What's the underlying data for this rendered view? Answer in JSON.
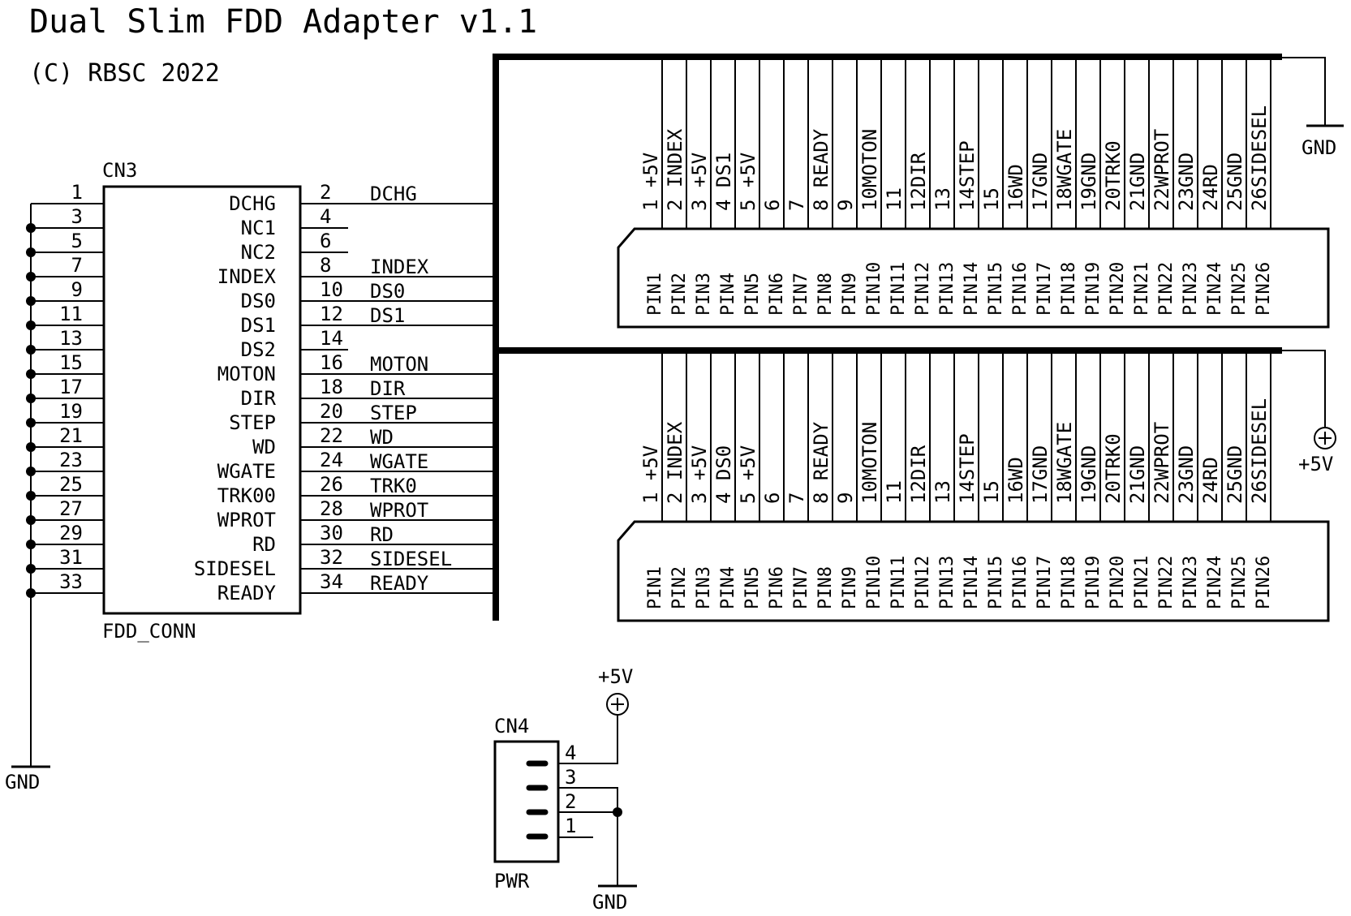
{
  "title": "Dual Slim FDD Adapter v1.1",
  "copyright": "(C) RBSC 2022",
  "cn3": {
    "ref": "CN3",
    "value": "FDD_CONN",
    "left_pins": [
      "1",
      "3",
      "5",
      "7",
      "9",
      "11",
      "13",
      "15",
      "17",
      "19",
      "21",
      "23",
      "25",
      "27",
      "29",
      "31",
      "33"
    ],
    "right_pins": [
      "2",
      "4",
      "6",
      "8",
      "10",
      "12",
      "14",
      "16",
      "18",
      "20",
      "22",
      "24",
      "26",
      "28",
      "30",
      "32",
      "34"
    ],
    "pin_names": [
      "DCHG",
      "NC1",
      "NC2",
      "INDEX",
      "DS0",
      "DS1",
      "DS2",
      "MOTON",
      "DIR",
      "STEP",
      "WD",
      "WGATE",
      "TRK00",
      "WPROT",
      "RD",
      "SIDESEL",
      "READY"
    ],
    "nets": [
      "DCHG",
      "",
      "",
      "INDEX",
      "DS0",
      "DS1",
      "",
      "MOTON",
      "DIR",
      "STEP",
      "WD",
      "WGATE",
      "TRK0",
      "WPROT",
      "RD",
      "SIDESEL",
      "READY"
    ]
  },
  "slim1": {
    "nets": [
      "1 +5V",
      "2 INDEX",
      "3 +5V",
      "4 DS1",
      "5 +5V",
      "6",
      "7",
      "8 READY",
      "9",
      "10MOTON",
      "11",
      "12DIR",
      "13",
      "14STEP",
      "15",
      "16WD",
      "17GND",
      "18WGATE",
      "19GND",
      "20TRK0",
      "21GND",
      "22WPROT",
      "23GND",
      "24RD",
      "25GND",
      "26SIDESEL"
    ],
    "pins": [
      "PIN1",
      "PIN2",
      "PIN3",
      "PIN4",
      "PIN5",
      "PIN6",
      "PIN7",
      "PIN8",
      "PIN9",
      "PIN10",
      "PIN11",
      "PIN12",
      "PIN13",
      "PIN14",
      "PIN15",
      "PIN16",
      "PIN17",
      "PIN18",
      "PIN19",
      "PIN20",
      "PIN21",
      "PIN22",
      "PIN23",
      "PIN24",
      "PIN25",
      "PIN26"
    ],
    "supply": "GND"
  },
  "slim2": {
    "nets": [
      "1 +5V",
      "2 INDEX",
      "3 +5V",
      "4 DS0",
      "5 +5V",
      "6",
      "7",
      "8 READY",
      "9",
      "10MOTON",
      "11",
      "12DIR",
      "13",
      "14STEP",
      "15",
      "16WD",
      "17GND",
      "18WGATE",
      "19GND",
      "20TRK0",
      "21GND",
      "22WPROT",
      "23GND",
      "24RD",
      "25GND",
      "26SIDESEL"
    ],
    "pins": [
      "PIN1",
      "PIN2",
      "PIN3",
      "PIN4",
      "PIN5",
      "PIN6",
      "PIN7",
      "PIN8",
      "PIN9",
      "PIN10",
      "PIN11",
      "PIN12",
      "PIN13",
      "PIN14",
      "PIN15",
      "PIN16",
      "PIN17",
      "PIN18",
      "PIN19",
      "PIN20",
      "PIN21",
      "PIN22",
      "PIN23",
      "PIN24",
      "PIN25",
      "PIN26"
    ],
    "supply": "+5V"
  },
  "cn4": {
    "ref": "CN4",
    "value": "PWR",
    "pins": [
      "4",
      "3",
      "2",
      "1"
    ],
    "supply_top": "+5V",
    "supply_bottom": "GND"
  },
  "cn3_gnd": "GND"
}
